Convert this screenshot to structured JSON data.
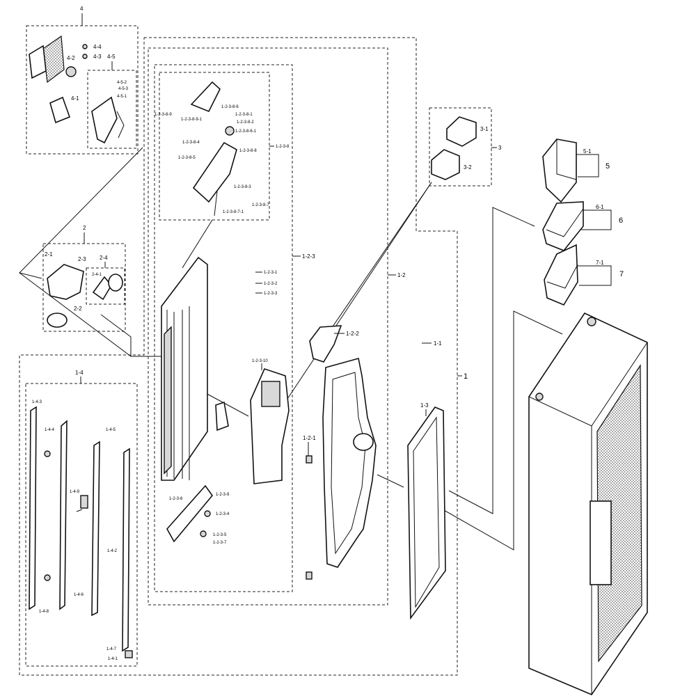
{
  "callouts": {
    "c1": "1",
    "c1_1": "1-1",
    "c1_2": "1-2",
    "c1_3": "1-3",
    "c1_4": "1-4",
    "c1_4_1": "1-4-1",
    "c1_4_2": "1-4-2",
    "c1_4_3": "1-4-3",
    "c1_4_4": "1-4-4",
    "c1_4_5": "1-4-5",
    "c1_4_6": "1-4-6",
    "c1_4_7": "1-4-7",
    "c1_4_8": "1-4-8",
    "c1_4_9": "1-4-9",
    "c1_2_1": "1-2-1",
    "c1_2_2": "1-2-2",
    "c1_2_3": "1-2-3",
    "c1_2_3_1": "1-2-3-1",
    "c1_2_3_2": "1-2-3-2",
    "c1_2_3_3": "1-2-3-3",
    "c1_2_3_4": "1-2-3-4",
    "c1_2_3_5": "1-2-3-5",
    "c1_2_3_6": "1-2-3-6",
    "c1_2_3_7": "1-2-3-7",
    "c1_2_3_8": "1-2-3-8",
    "c1_2_3_9": "1-2-3-9",
    "c1_2_3_10": "1-2-3-10",
    "c1_2_3_8_1": "1-2-3-8-1",
    "c1_2_3_8_2": "1-2-3-8-2",
    "c1_2_3_8_3": "1-2-3-8-3",
    "c1_2_3_8_4": "1-2-3-8-4",
    "c1_2_3_8_5": "1-2-3-8-5",
    "c1_2_3_8_6": "1-2-3-8-6",
    "c1_2_3_8_7": "1-2-3-8-7",
    "c1_2_3_8_8": "1-2-3-8-8",
    "c1_2_3_8_9": "1-2-3-8-9",
    "c1_2_3_8_6_1": "1-2-3-8-6-1",
    "c1_2_3_8_7_1": "1-2-3-8-7-1",
    "c1_2_3_8_9_1": "1-2-3-8-9-1",
    "c2": "2",
    "c2_1": "2-1",
    "c2_2": "2-2",
    "c2_3": "2-3",
    "c2_4": "2-4",
    "c2_4_1": "2-4-1",
    "c3": "3",
    "c3_1": "3-1",
    "c3_2": "3-2",
    "c4": "4",
    "c4_1": "4-1",
    "c4_2": "4-2",
    "c4_3": "4-3",
    "c4_4": "4-4",
    "c4_5": "4-5",
    "c4_5_1": "4-5-1",
    "c4_5_2": "4-5-2",
    "c4_5_3": "4-5-3",
    "c5": "5",
    "c5_1": "5-1",
    "c6": "6",
    "c6_1": "6-1",
    "c7": "7",
    "c7_1": "7-1"
  },
  "colors": {
    "ink": "#111111",
    "background": "#ffffff",
    "shade": "#d8d8d8"
  }
}
